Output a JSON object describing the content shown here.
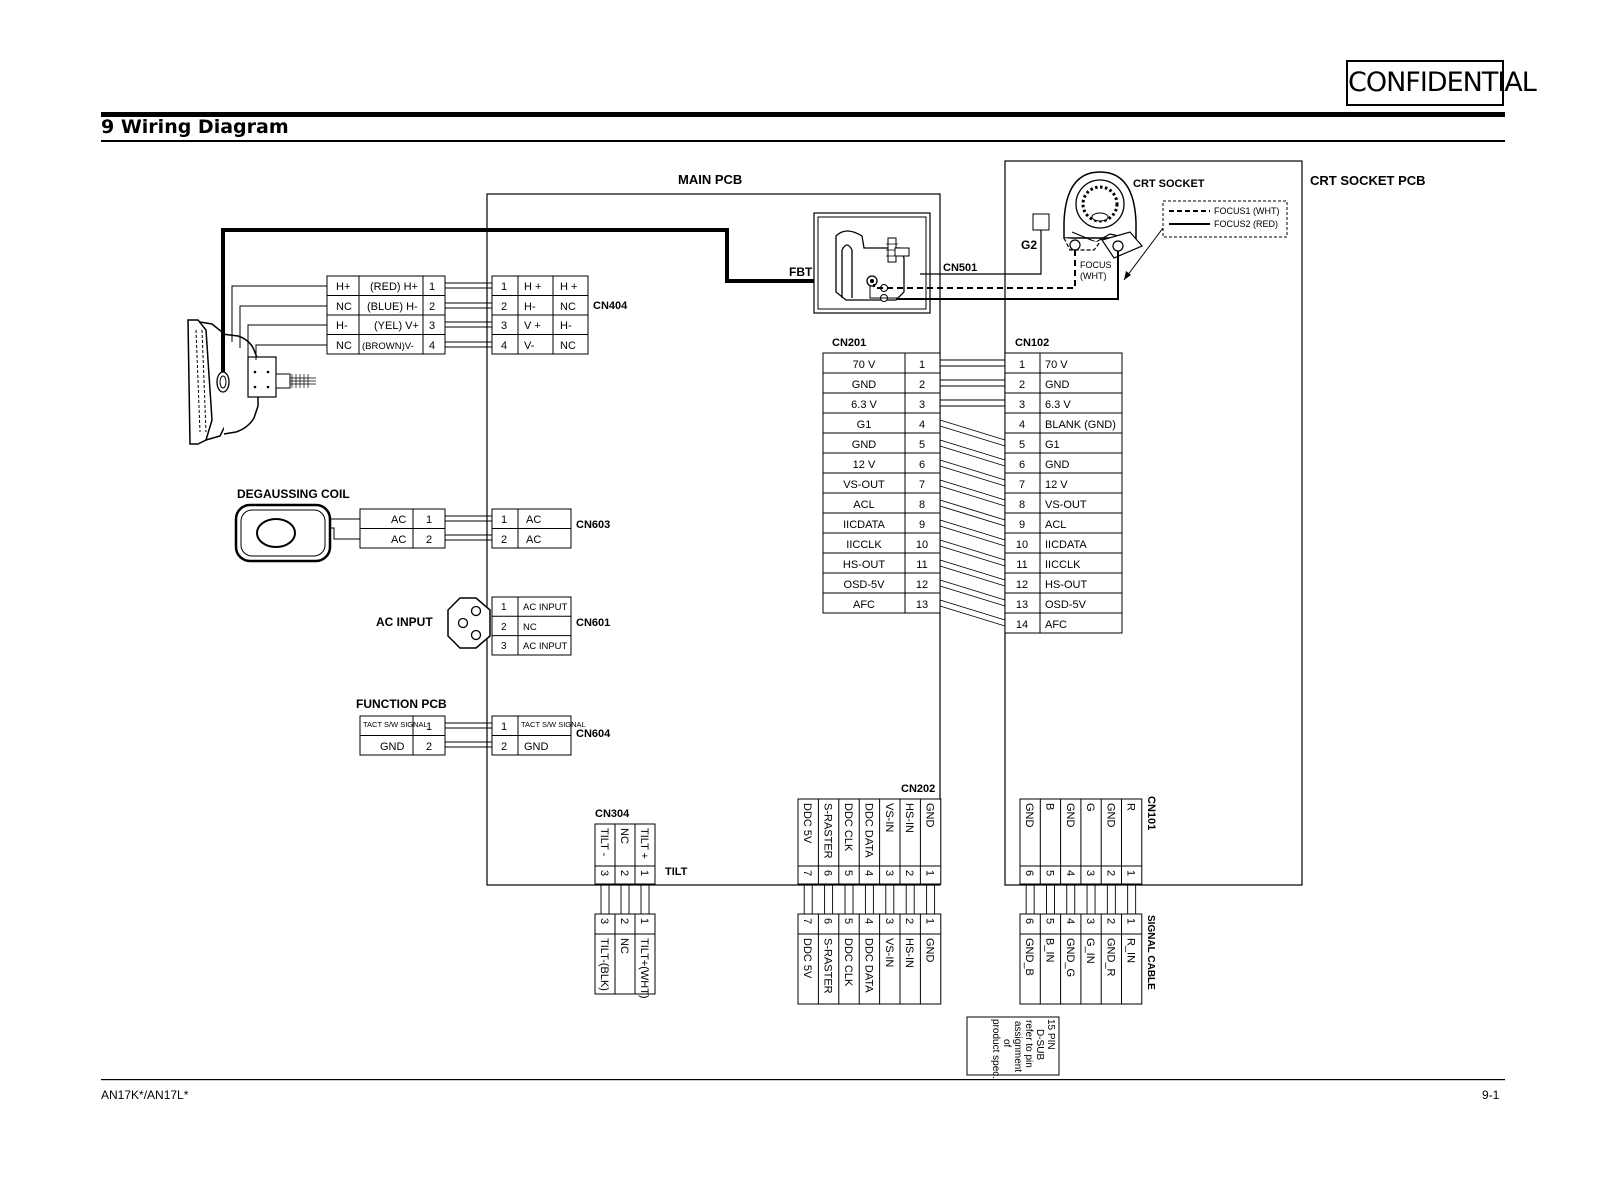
{
  "header": {
    "confidential": "CONFIDENTIAL",
    "title": "9 Wiring Diagram"
  },
  "footer": {
    "model": "AN17K*/AN17L*",
    "page": "9-1"
  },
  "blocks": {
    "main_pcb": "MAIN PCB",
    "crt_socket_pcb": "CRT SOCKET PCB",
    "crt_socket": "CRT SOCKET",
    "fbt": "FBT",
    "g2": "G2",
    "focus_line1": "FOCUS",
    "focus_line2": "(WHT)",
    "legend": [
      "FOCUS1 (WHT)",
      "FOCUS2 (RED)"
    ],
    "degaussing_coil": "DEGAUSSING COIL",
    "ac_input": "AC INPUT",
    "function_pcb": "FUNCTION PCB",
    "tilt": "TILT",
    "signal_cable": "SIGNAL CABLE",
    "dsub_note": [
      "15 PIN",
      "D-SUB",
      "refer to pin",
      "assignment",
      "of",
      "product spec."
    ]
  },
  "connectors": {
    "cn404": {
      "name": "CN404",
      "left": [
        [
          "H+",
          "(RED) H+",
          "1"
        ],
        [
          "NC",
          "(BLUE) H-",
          "2"
        ],
        [
          "H-",
          "(YEL) V+",
          "3"
        ],
        [
          "NC",
          "(BROWN)V-",
          "4"
        ]
      ],
      "right": [
        [
          "1",
          "H +",
          "H +"
        ],
        [
          "2",
          "H-",
          "NC"
        ],
        [
          "3",
          "V +",
          "H-"
        ],
        [
          "4",
          "V-",
          "NC"
        ]
      ]
    },
    "cn603": {
      "name": "CN603",
      "left": [
        [
          "AC",
          "1"
        ],
        [
          "AC",
          "2"
        ]
      ],
      "right": [
        [
          "1",
          "AC"
        ],
        [
          "2",
          "AC"
        ]
      ]
    },
    "cn601": {
      "name": "CN601",
      "pins": [
        [
          "1",
          "AC INPUT"
        ],
        [
          "2",
          "NC"
        ],
        [
          "3",
          "AC INPUT"
        ]
      ]
    },
    "cn604": {
      "name": "CN604",
      "left": [
        [
          "TACT S/W SIGNAL",
          "1"
        ],
        [
          "GND",
          "2"
        ]
      ],
      "right": [
        [
          "1",
          "TACT S/W SIGNAL"
        ],
        [
          "2",
          "GND"
        ]
      ]
    },
    "cn501": {
      "name": "CN501"
    },
    "cn201": {
      "name": "CN201",
      "pins": [
        [
          "70 V",
          "1"
        ],
        [
          "GND",
          "2"
        ],
        [
          "6.3 V",
          "3"
        ],
        [
          "G1",
          "4"
        ],
        [
          "GND",
          "5"
        ],
        [
          "12 V",
          "6"
        ],
        [
          "VS-OUT",
          "7"
        ],
        [
          "ACL",
          "8"
        ],
        [
          "IICDATA",
          "9"
        ],
        [
          "IICCLK",
          "10"
        ],
        [
          "HS-OUT",
          "11"
        ],
        [
          "OSD-5V",
          "12"
        ],
        [
          "AFC",
          "13"
        ]
      ]
    },
    "cn102": {
      "name": "CN102",
      "pins": [
        [
          "1",
          "70 V"
        ],
        [
          "2",
          "GND"
        ],
        [
          "3",
          "6.3 V"
        ],
        [
          "4",
          "BLANK (GND)"
        ],
        [
          "5",
          "G1"
        ],
        [
          "6",
          "GND"
        ],
        [
          "7",
          "12 V"
        ],
        [
          "8",
          "VS-OUT"
        ],
        [
          "9",
          "ACL"
        ],
        [
          "10",
          "IICDATA"
        ],
        [
          "11",
          "IICCLK"
        ],
        [
          "12",
          "HS-OUT"
        ],
        [
          "13",
          "OSD-5V"
        ],
        [
          "14",
          "AFC"
        ]
      ]
    },
    "cn304": {
      "name": "CN304",
      "pins": [
        [
          "TILT -",
          "3"
        ],
        [
          "NC",
          "2"
        ],
        [
          "TILT +",
          "1"
        ]
      ],
      "cable": [
        [
          "3",
          "TILT-(BLK)"
        ],
        [
          "2",
          "NC"
        ],
        [
          "1",
          "TILT+(WHT)"
        ]
      ]
    },
    "cn202": {
      "name": "CN202",
      "pins": [
        [
          "DDC 5V",
          "7"
        ],
        [
          "S-RASTER",
          "6"
        ],
        [
          "DDC CLK",
          "5"
        ],
        [
          "DDC DATA",
          "4"
        ],
        [
          "VS-IN",
          "3"
        ],
        [
          "HS-IN",
          "2"
        ],
        [
          "GND",
          "1"
        ]
      ],
      "cable": [
        [
          "7",
          "DDC 5V"
        ],
        [
          "6",
          "S-RASTER"
        ],
        [
          "5",
          "DDC CLK"
        ],
        [
          "4",
          "DDC DATA"
        ],
        [
          "3",
          "VS-IN"
        ],
        [
          "2",
          "HS-IN"
        ],
        [
          "1",
          "GND"
        ]
      ]
    },
    "cn101": {
      "name": "CN101",
      "pins": [
        [
          "GND",
          "6"
        ],
        [
          "B",
          "5"
        ],
        [
          "GND",
          "4"
        ],
        [
          "G",
          "3"
        ],
        [
          "GND",
          "2"
        ],
        [
          "R",
          "1"
        ]
      ],
      "cable": [
        [
          "6",
          "GND_B"
        ],
        [
          "5",
          "B_IN"
        ],
        [
          "4",
          "GND_G"
        ],
        [
          "3",
          "G_IN"
        ],
        [
          "2",
          "GND_R"
        ],
        [
          "1",
          "R_IN"
        ]
      ]
    }
  }
}
